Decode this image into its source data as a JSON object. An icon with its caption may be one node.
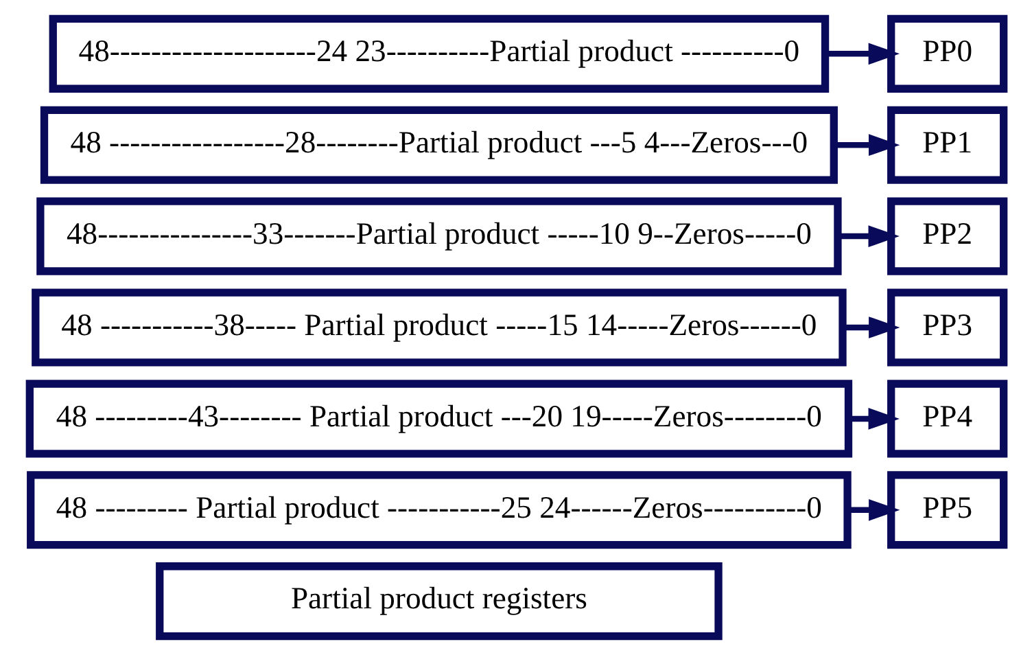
{
  "diagram": {
    "nodes": [
      {
        "text": [
          "48--------------------24 23----------Partial product ----------0"
        ]
      },
      {
        "text": [
          "PP0"
        ]
      },
      {
        "text": [
          "48 -----------------28--------Partial product ---5 4---Zeros---0"
        ]
      },
      {
        "text": [
          "PP1"
        ]
      },
      {
        "text": [
          "48---------------33-------Partial product -----10 9--Zeros-----0"
        ]
      },
      {
        "text": [
          "PP2"
        ]
      },
      {
        "text": [
          "48 -----------38----- Partial product -----15 14-----Zeros------0"
        ]
      },
      {
        "text": [
          "PP3"
        ]
      },
      {
        "text": [
          "48 ---------43-------- Partial product ---20 19-----Zeros--------0"
        ]
      },
      {
        "text": [
          "PP4"
        ]
      },
      {
        "text": [
          "48 --------- Partial product -----------25 24------Zeros----------0"
        ]
      },
      {
        "text": [
          "PP5"
        ]
      },
      {
        "text": [
          "Partial product registers"
        ]
      }
    ],
    "edges": [
      {
        "from": 0,
        "to": 1,
        "arrow": "to"
      },
      {
        "from": 2,
        "to": 3,
        "arrow": "to"
      },
      {
        "from": 4,
        "to": 5,
        "arrow": "to"
      },
      {
        "from": 6,
        "to": 7,
        "arrow": "to"
      },
      {
        "from": 8,
        "to": 9,
        "arrow": "to"
      },
      {
        "from": 10,
        "to": 11,
        "arrow": "to"
      }
    ]
  }
}
